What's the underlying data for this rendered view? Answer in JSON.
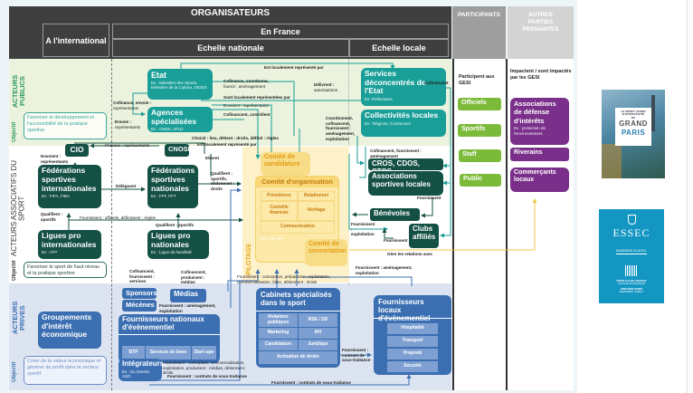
{
  "header": {
    "organisateurs": "ORGANISATEURS",
    "a_international": "A l'international",
    "en_france": "En France",
    "echelle_nationale": "Echelle nationale",
    "echelle_locale": "Echelle locale",
    "participants": "PARTICIPANTS",
    "autres_parties": "AUTRES PARTIES PRENANTES"
  },
  "rows": {
    "acteurs_publics": "ACTEURS PUBLICS",
    "acteurs_associatifs": "ACTEURS ASSOCIATIFS DU SPORT",
    "acteurs_prives": "ACTEURS PRIVES",
    "objectif": "Objectif"
  },
  "objectives": {
    "publics": "Favoriser le développement et l'accessibilité de la pratique sportive",
    "associatifs": "Favoriser le sport de haut niveau et la pratique sportive",
    "prives": "Créer de la valeur économique et générer du profit dans le secteur sportif"
  },
  "entities": {
    "etat": {
      "title": "Etat",
      "ex": "Ex : Ministère des Sports, Ministère de la Culture, DIGES"
    },
    "agences": {
      "title": "Agences spécialisées",
      "ex": "Ex : CNDS, AFLD"
    },
    "services_deconcentres": {
      "title": "Services déconcentrés de l'Etat",
      "ex": "Ex: Préfectures"
    },
    "collectivites": {
      "title": "Collectivités locales",
      "ex": "Ex : Régions, Communes"
    },
    "cio": {
      "title": "CIO"
    },
    "cnosf": {
      "title": "CNOSF"
    },
    "cros": {
      "title": "CROS, CDOS, CTOS"
    },
    "federations_int": {
      "title": "Fédérations sportives internationales",
      "ex": "Ex : FIFA, FIBA"
    },
    "federations_nat": {
      "title": "Fédérations sportives nationales",
      "ex": "Ex : FFF, FFT"
    },
    "assoc_locales": {
      "title": "Associations sportives locales"
    },
    "benevoles": {
      "title": "Bénévoles"
    },
    "clubs": {
      "title": "Clubs affiliés"
    },
    "ligues_int": {
      "title": "Ligues pro internationales",
      "ex": "Ex : ATP"
    },
    "ligues_nat": {
      "title": "Ligues pro nationales",
      "ex": "Ex : Ligue de handball"
    },
    "comite_candidature": {
      "title": "Comité de candidature"
    },
    "comite_organisation": {
      "title": "Comité d'organisation",
      "cells": [
        "Présidence",
        "Relationnel",
        "Contrôle financier",
        "Héritage",
        "Communication"
      ],
      "ex": "Ex : GIP, SA"
    },
    "comite_concertation": {
      "title": "Comité de concertation"
    },
    "pilotage": "PILOTAGE",
    "sponsors": {
      "title": "Sponsors"
    },
    "mecenes": {
      "title": "Mécènes"
    },
    "medias": {
      "title": "Médias"
    },
    "fournisseurs_nat": {
      "title": "Fournisseurs nationaux d'évènementiel",
      "cells": [
        "BTP",
        "Services de base",
        "Start-ups"
      ]
    },
    "integrateurs": {
      "title": "Intégrateurs",
      "ex": "Ex : GL Events, ASO"
    },
    "groupements": {
      "title": "Groupements d'intérêt économique"
    },
    "cabinets": {
      "title": "Cabinets spécialisés dans le sport",
      "cells": [
        "Relations publiques",
        "RSE / DD",
        "Marketing",
        "RH",
        "Candidature",
        "Juridique",
        "Activation de droits"
      ]
    },
    "fournisseurs_loc": {
      "title": "Fournisseurs locaux d'évènementiel",
      "cells": [
        "Hospitalité",
        "Transport",
        "Propreté",
        "Sécurité"
      ]
    }
  },
  "participants": {
    "intro": "Participent aux GESI",
    "items": [
      "Officiels",
      "Sportifs",
      "Staff",
      "Public"
    ]
  },
  "autres": {
    "intro": "Impactent / sont impactés par les GESI",
    "assoc": {
      "title": "Associations de défense d'intérêts",
      "ex": "Ex : protection de l'environnement"
    },
    "riverains": "Riverains",
    "commercants": "Commerçants locaux"
  },
  "relations": {
    "est_loc_repr": "Est localement représenté par",
    "cofinance_coord": "Cofinance, coordonne,",
    "fournit_amen": "fournit : aménagement",
    "sont_loc_repr": "Sont localement représentées par",
    "envoient_repr": "Envoient : représentants",
    "cofinancent_controlent": "Cofinancent, contrôlent",
    "delivrent": "Délivrent :",
    "autorisations": "autorisations",
    "cofinancent_right": "Cofinancent",
    "cofinance_envoie": "Cofinance, envoie :",
    "representants": "représentants",
    "envoie": "Envoie :",
    "coordonnent": "Coordonnent, cofinancent, fournissent : aménagement, exploitation",
    "choisit": "Choisit : lieu, détient : droits, définit : règles",
    "propose": "Propose : représentants",
    "est_loc_repr2": "Est localement représenté par",
    "elisent": "Elisent",
    "cofinancent_fournissent": "Cofinancent, fournissent : aménagement",
    "envoient_cio": "Envoient : représentants",
    "deleguent": "Délèguent",
    "qualifient_det": "Qualifient : sportifs, détiennent : droits",
    "fournissent": "Fournissent",
    "fournissent_officiels": "Fournissent : officiels, définissent : règles",
    "qualifient_sportifs": "Qualifient : sportifs",
    "qualifient_int": "Qualifient : sportifs",
    "fournissent_exploit": "Fournissent : exploitation",
    "fournissent_clubs": "Fournissent",
    "gere_relations": "Gère les relations avec",
    "cofinancent_services": "Cofinancent, fournissent : services",
    "cofinancent_medias": "Cofinancent, produisent : médias",
    "fournissent_amen": "Fournissent : aménagement, exploitation",
    "fournissent_conception": "Fournissent : conception, préparation, exploitation, commercialisation, bilan, détiennent : droits",
    "fournissent_amen_loc": "Fournissent : aménagement, exploitation",
    "fournissent_integr": "Fournissent : conception, commercialisation, exploitation, produisent : médias, détiennent : droits",
    "fournissent_contrats": "Fournissent : contrats de sous-traitance",
    "fournissent_contrats2": "Fournissent : contrats de sous-traitance",
    "fournissent_contrats3": "Fournissent : contrats de sous-traitance"
  },
  "logos": {
    "grand_paris": {
      "line1": "LE SPORT, LEVIER D'ATTRACTIVITÉ",
      "line2": "DU",
      "line3": "GRAND",
      "line4": "PARIS"
    },
    "essec": {
      "name": "ESSEC",
      "sub": "BUSINESS SCHOOL",
      "pe1": "PARIS ILE-DE-FRANCE",
      "pe2": "CAPITALE ÉCONOMIQUE",
      "pe3": "GREATER PARIS",
      "pe4": "INVESTMENT AGENCY"
    }
  },
  "colors": {
    "teal": "#1a9e98",
    "dark_green": "#155045",
    "blue": "#3b6fb2",
    "purple": "#7a2f8a",
    "green": "#7cba3a",
    "pilotage": "#fdf1c9",
    "header": "#3f3f3f"
  }
}
